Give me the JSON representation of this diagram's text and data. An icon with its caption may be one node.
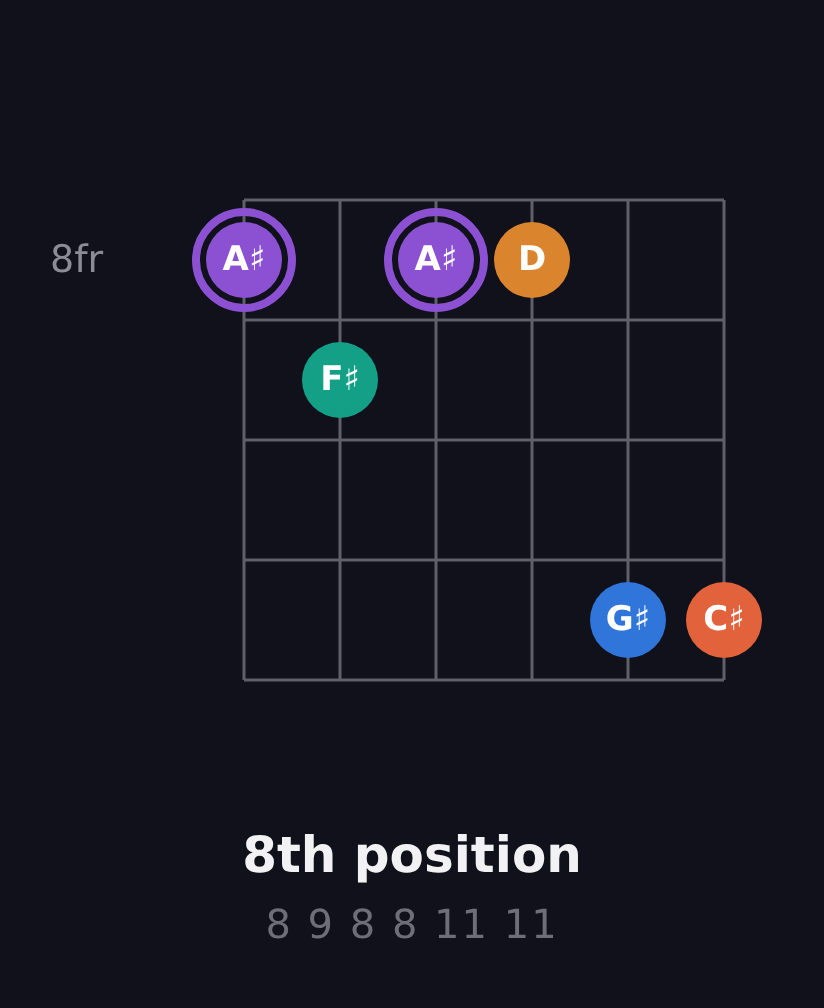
{
  "diagram": {
    "title": "8th position",
    "caption": "8 9 8 8 11 11",
    "nodes": [
      {
        "text": [
          "A♯"
        ]
      },
      {
        "text": [
          "A♯"
        ]
      },
      {
        "text": [
          "D"
        ]
      },
      {
        "text": [
          "F♯"
        ]
      },
      {
        "text": [
          "G♯"
        ]
      },
      {
        "text": [
          "C♯"
        ]
      }
    ],
    "labels": [
      "8fr"
    ]
  }
}
